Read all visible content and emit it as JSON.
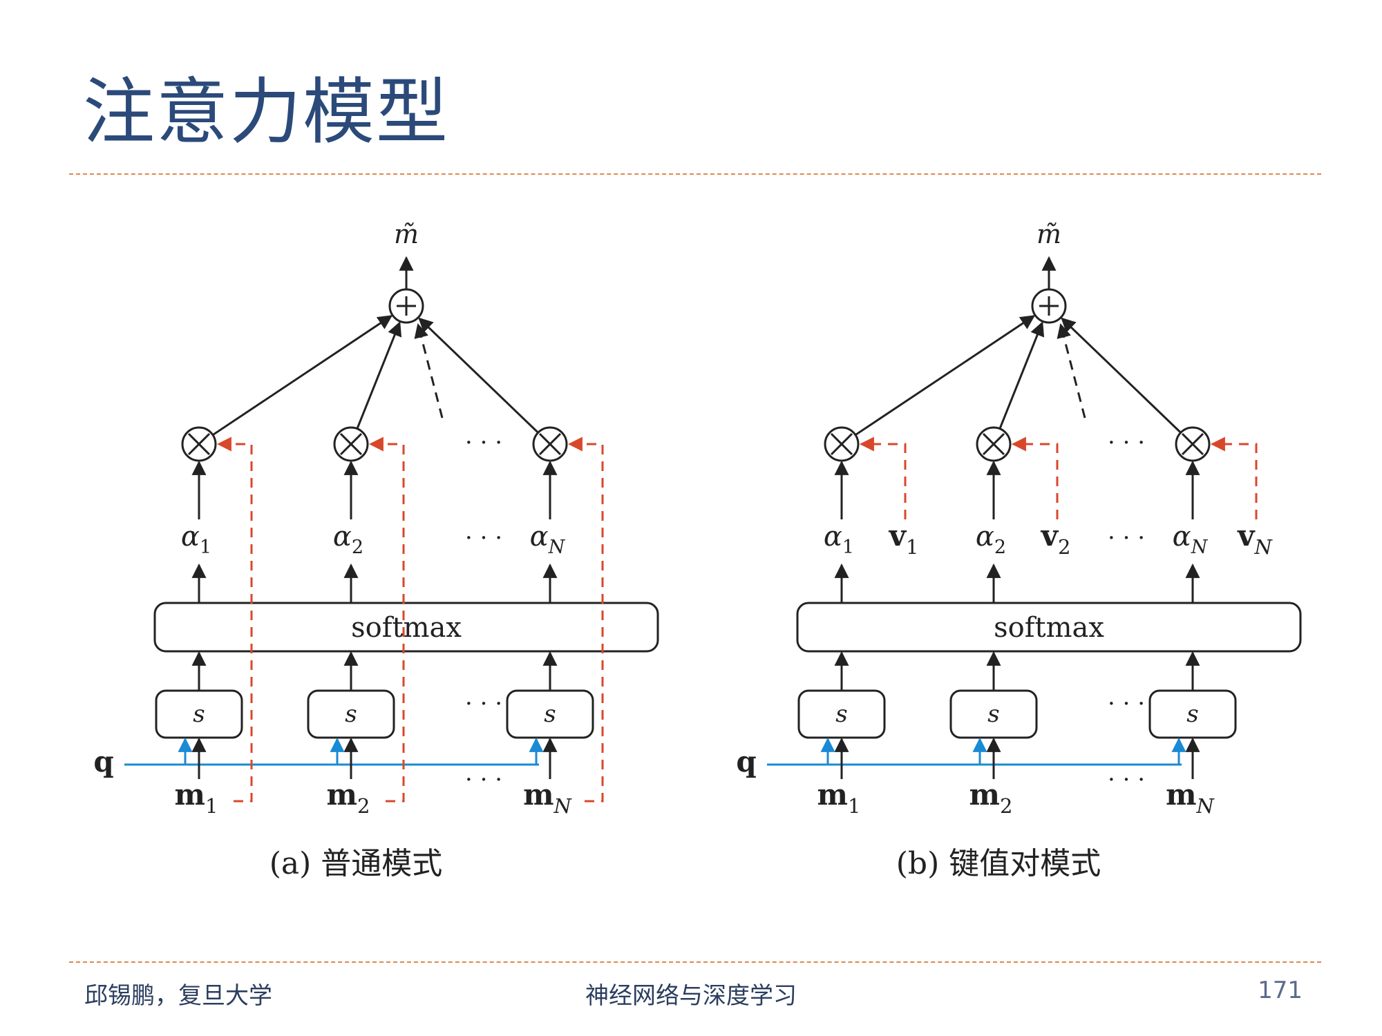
{
  "slide": {
    "title": "注意力模型",
    "footer_left": "邱锡鹏，复旦大学",
    "footer_center": "神经网络与深度学习",
    "page_number": "171"
  },
  "panels": [
    {
      "caption": "(a) 普通模式",
      "softmax_label": "softmax",
      "output_label": "m̃",
      "query_label": "q",
      "score_label": "s",
      "ellipsis": "· · ·",
      "alphas": [
        {
          "base": "α",
          "sub": "1"
        },
        {
          "base": "α",
          "sub": "2"
        },
        {
          "base": "α",
          "sub": "N"
        }
      ],
      "inputs": [
        {
          "base": "m",
          "sub": "1"
        },
        {
          "base": "m",
          "sub": "2"
        },
        {
          "base": "m",
          "sub": "N"
        }
      ],
      "values": []
    },
    {
      "caption": "(b) 键值对模式",
      "softmax_label": "softmax",
      "output_label": "m̃",
      "query_label": "q",
      "score_label": "s",
      "ellipsis": "· · ·",
      "alphas": [
        {
          "base": "α",
          "sub": "1"
        },
        {
          "base": "α",
          "sub": "2"
        },
        {
          "base": "α",
          "sub": "N"
        }
      ],
      "inputs": [
        {
          "base": "m",
          "sub": "1"
        },
        {
          "base": "m",
          "sub": "2"
        },
        {
          "base": "m",
          "sub": "N"
        }
      ],
      "values": [
        {
          "base": "v",
          "sub": "1"
        },
        {
          "base": "v",
          "sub": "2"
        },
        {
          "base": "v",
          "sub": "N"
        }
      ]
    }
  ],
  "colors": {
    "title": "#2b4a7a",
    "query_arrow": "#1a8ad4",
    "value_arrow": "#d9472b",
    "rule": "#e0874a"
  }
}
